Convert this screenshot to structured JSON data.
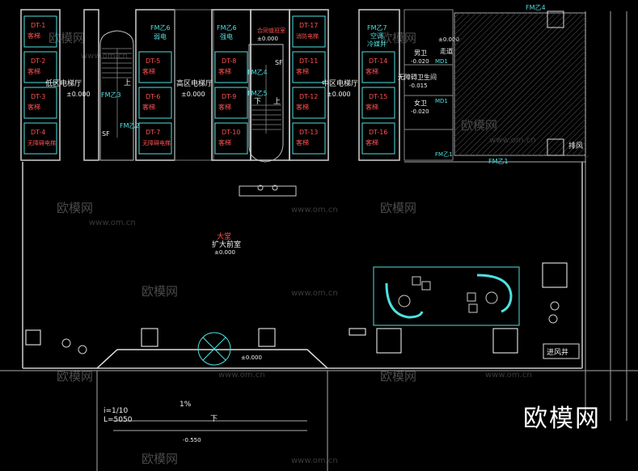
{
  "watermark": {
    "brand": "欧模网",
    "url": "www.om.cn"
  },
  "elevators": [
    {
      "code": "DT-1",
      "name": "客梯"
    },
    {
      "code": "DT-2",
      "name": "客梯"
    },
    {
      "code": "DT-3",
      "name": "客梯"
    },
    {
      "code": "DT-4",
      "name": "无障碍电梯"
    },
    {
      "code": "DT-5",
      "name": "客梯"
    },
    {
      "code": "DT-6",
      "name": "客梯"
    },
    {
      "code": "DT-7",
      "name": "无障碍电梯"
    },
    {
      "code": "DT-8",
      "name": "客梯"
    },
    {
      "code": "DT-9",
      "name": "客梯"
    },
    {
      "code": "DT-10",
      "name": "客梯"
    },
    {
      "code": "DT-11",
      "name": "客梯"
    },
    {
      "code": "DT-12",
      "name": "客梯"
    },
    {
      "code": "DT-13",
      "name": "客梯"
    },
    {
      "code": "DT-14",
      "name": "客梯"
    },
    {
      "code": "DT-15",
      "name": "客梯"
    },
    {
      "code": "DT-16",
      "name": "客梯"
    },
    {
      "code": "DT-17",
      "name": "消防电梯"
    }
  ],
  "halls": {
    "low": "低区电梯厅",
    "high": "高区电梯厅",
    "mid": "中区电梯厅",
    "elev": "±0.000"
  },
  "shafts": {
    "weak": "FM乙6",
    "weak_label": "弱电",
    "strong": "FM乙6",
    "strong_label": "强电",
    "cool": "FM乙7",
    "cool_label1": "空调",
    "cool_label2": "冷媒井"
  },
  "security": {
    "label": "合同值班室",
    "elev": "±0.000"
  },
  "doors": {
    "fm3": "FM乙3",
    "fm2": "FM乙2",
    "fm4": "FM乙4",
    "fm5": "FM乙5",
    "fm1": "FM乙1",
    "fmz4": "FM乙4",
    "md1": "MD1"
  },
  "restrooms": {
    "male": "男卫",
    "male_elev": "-0.020",
    "accessible": "无障碍卫生间",
    "accessible_elev": "-0.015",
    "female": "女卫",
    "female_elev": "-0.020",
    "corridor": "走道",
    "corridor_elev": "±0.000"
  },
  "lobby": {
    "title": "大堂",
    "subtitle": "扩大前室",
    "elev": "±0.000"
  },
  "entrance_elev": "±0.000",
  "ramp": {
    "slope": "i=1/10",
    "length": "L=5050",
    "grade": "1%",
    "down": "下",
    "elev": "-0.550"
  },
  "stair": {
    "up": "上",
    "down": "下",
    "sf": "SF"
  },
  "exhaust": "排风",
  "air_shaft": "进风井"
}
